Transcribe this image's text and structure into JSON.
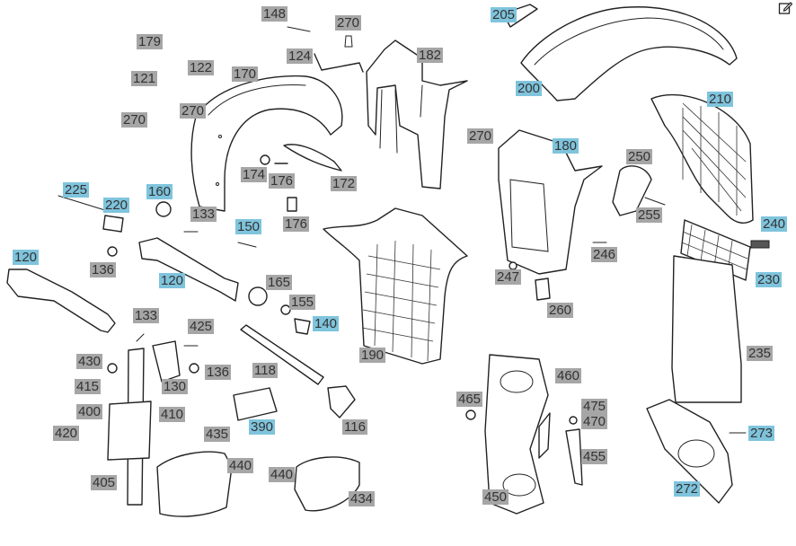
{
  "toolbar": {
    "edit_icon": "edit-icon"
  },
  "colors": {
    "label_gray": "#a6a6a6",
    "label_blue": "#7fc4dd",
    "line": "#222222",
    "background": "#ffffff"
  },
  "labels": {
    "l148": "148",
    "l270a": "270",
    "l205": "205",
    "l179": "179",
    "l124": "124",
    "l182": "182",
    "l121": "121",
    "l122": "122",
    "l170": "170",
    "l200": "200",
    "l210": "210",
    "l270b": "270",
    "l270c": "270",
    "l270d": "270",
    "l180": "180",
    "l250": "250",
    "l174": "174",
    "l176a": "176",
    "l172": "172",
    "l225": "225",
    "l160": "160",
    "l220": "220",
    "l133a": "133",
    "l255": "255",
    "l240": "240",
    "l176b": "176",
    "l150": "150",
    "l246": "246",
    "l120a": "120",
    "l136a": "136",
    "l247": "247",
    "l230": "230",
    "l120b": "120",
    "l165": "165",
    "l155": "155",
    "l260": "260",
    "l133b": "133",
    "l140": "140",
    "l425": "425",
    "l235": "235",
    "l190": "190",
    "l430": "430",
    "l136b": "136",
    "l130": "130",
    "l118": "118",
    "l460": "460",
    "l415": "415",
    "l465": "465",
    "l475": "475",
    "l400": "400",
    "l410": "410",
    "l470": "470",
    "l116": "116",
    "l420": "420",
    "l390": "390",
    "l273": "273",
    "l435": "435",
    "l455": "455",
    "l440a": "440",
    "l405": "405",
    "l440b": "440",
    "l272": "272",
    "l450": "450",
    "l434": "434"
  }
}
